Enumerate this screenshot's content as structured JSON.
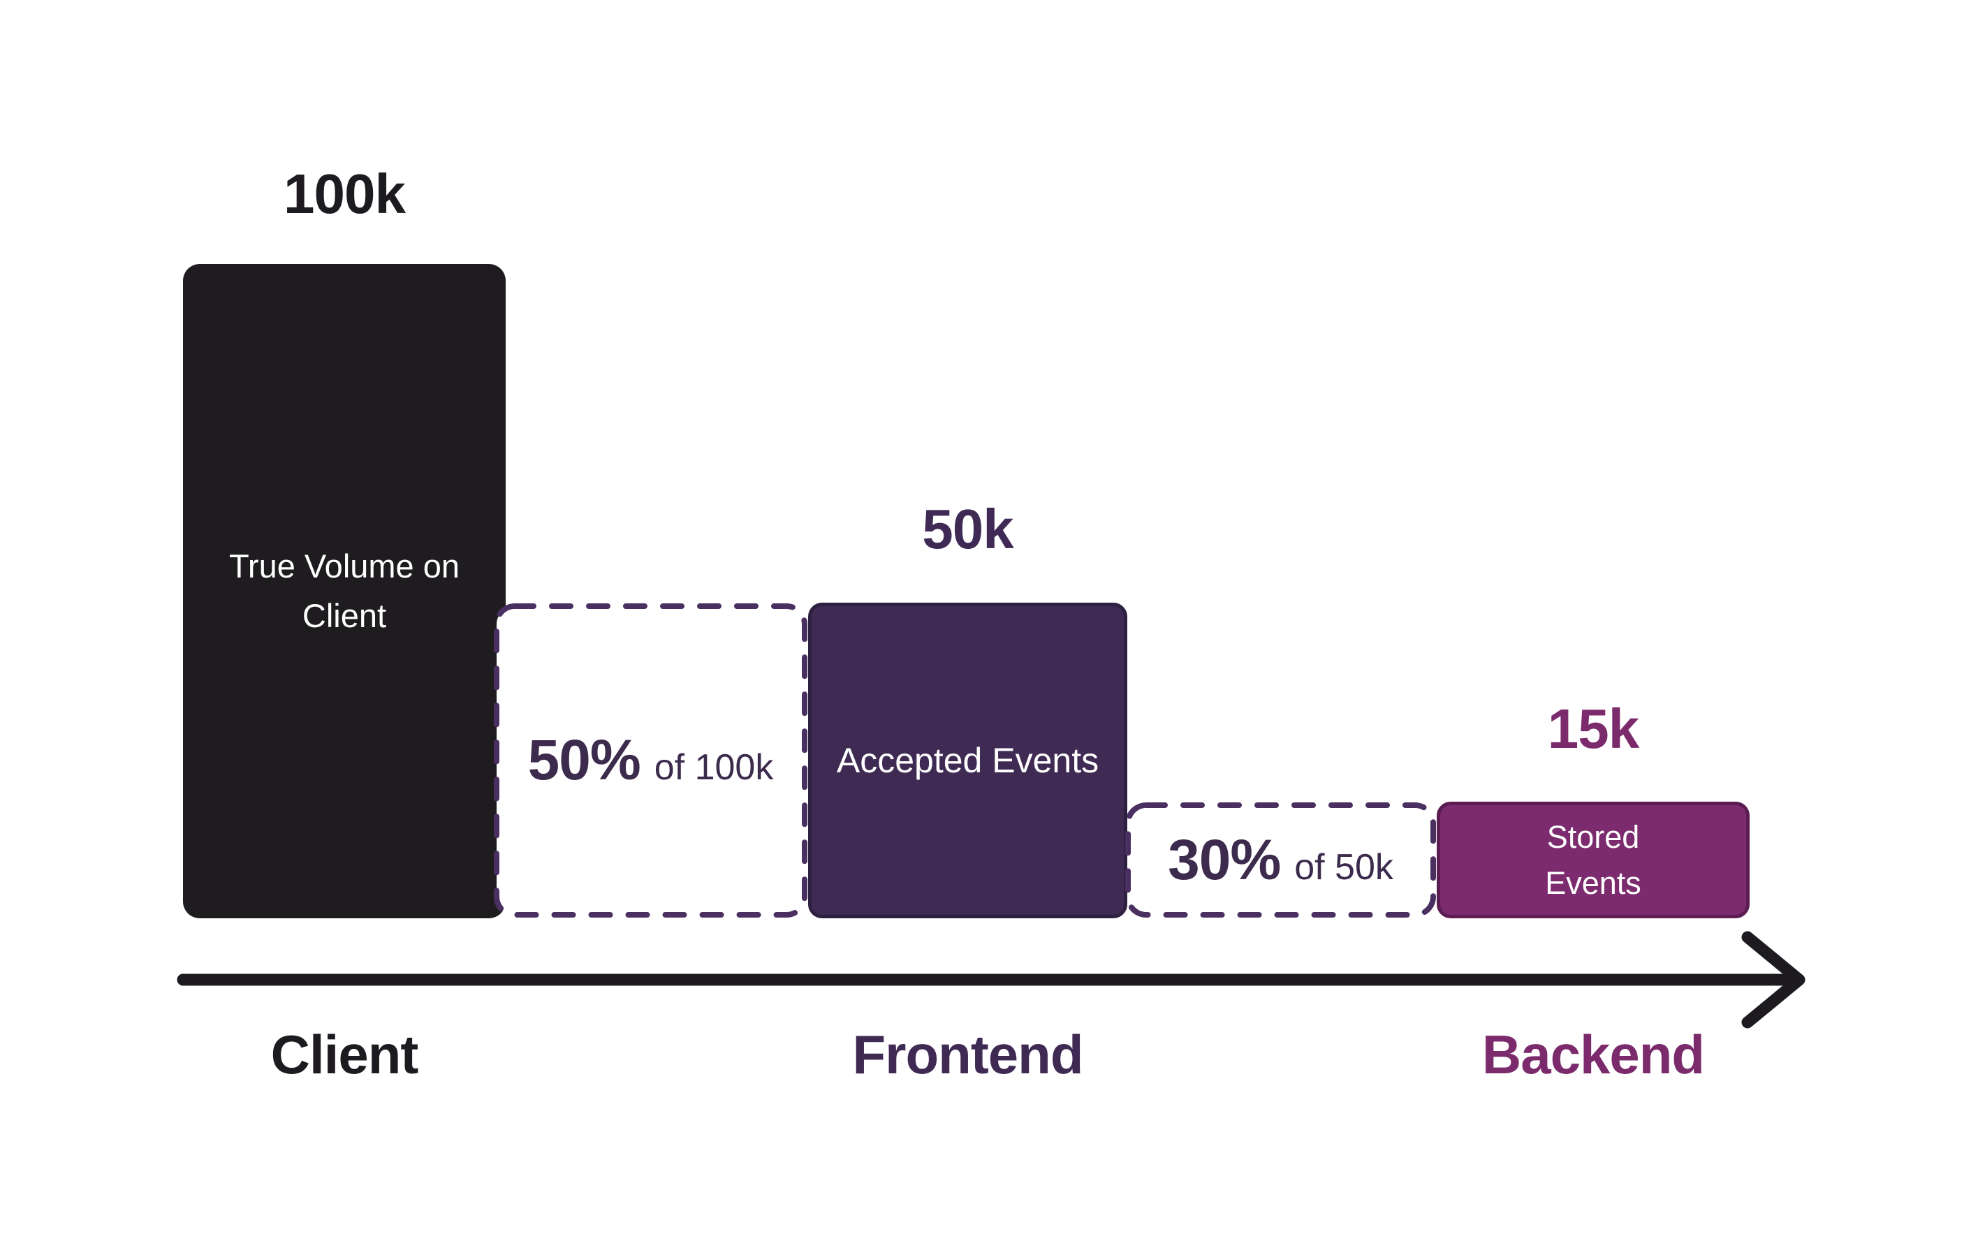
{
  "background": "#FFFFFF",
  "chart_data": {
    "type": "bar",
    "subtype": "funnel-decay",
    "title": "",
    "categories": [
      "Client",
      "Frontend",
      "Backend"
    ],
    "series": [
      {
        "name": "Events",
        "values": [
          100000,
          50000,
          15000
        ]
      }
    ],
    "value_labels": [
      "100k",
      "50k",
      "15k"
    ],
    "bar_names": [
      "True Volume on Client",
      "Accepted Events",
      "Stored Events"
    ],
    "transition_annotations": [
      {
        "from": "Client",
        "to": "Frontend",
        "label": "50% of 100k",
        "retention_pct": 50
      },
      {
        "from": "Frontend",
        "to": "Backend",
        "label": "30% of 50k",
        "retention_pct": 30
      }
    ],
    "x_axis": {
      "style": "arrow",
      "labels": [
        "Client",
        "Frontend",
        "Backend"
      ]
    },
    "grid": false,
    "legend": false
  },
  "stages": [
    {
      "value_label": "100k",
      "bar_label": "True Volume on Client",
      "axis_label": "Client",
      "fill": "#1E1C1F",
      "text_color": "#FFFFFF",
      "accent": "#1D1B1F"
    },
    {
      "value_label": "50k",
      "bar_label": "Accepted Events",
      "axis_label": "Frontend",
      "fill": "#3F2A54",
      "border": "#2E2040",
      "text_color": "#FFFFFF",
      "accent": "#3E2A53"
    },
    {
      "value_label": "15k",
      "bar_label": "Stored Events",
      "axis_label": "Backend",
      "fill": "#7C2C6E",
      "border": "#5B1D51",
      "text_color": "#FFFFFF",
      "accent": "#7B2B6C"
    }
  ],
  "drops": [
    {
      "pct": "50%",
      "of_label": "of 100k",
      "text_color": "#3C2B4D",
      "border_color": "#4A3060"
    },
    {
      "pct": "30%",
      "of_label": "of 50k",
      "text_color": "#3C2B4D",
      "border_color": "#4A3060"
    }
  ],
  "arrow": {
    "color": "#1D1B1F"
  }
}
